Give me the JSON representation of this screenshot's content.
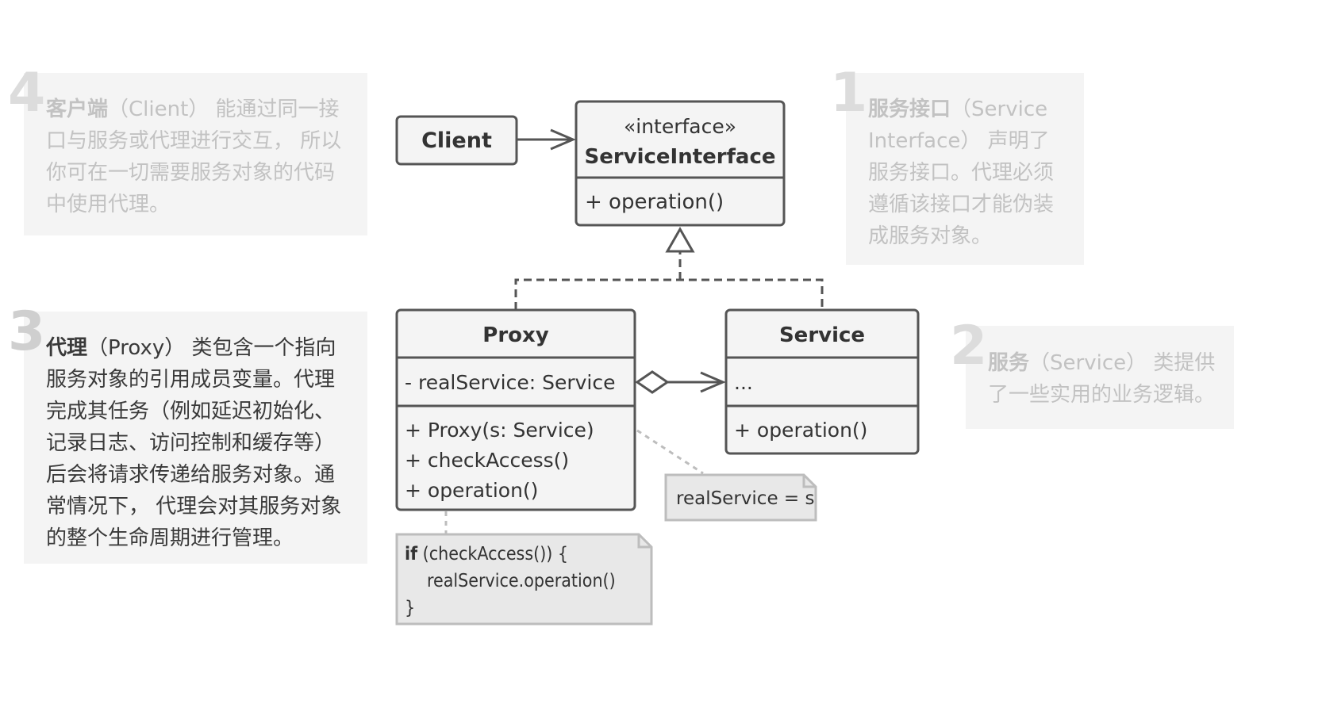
{
  "notes": [
    {
      "number": "4",
      "title": "客户端",
      "body": "（Client） 能通过同一接口与服务或代理进行交互， 所以你可在一切需要服务对象的代码中使用代理。"
    },
    {
      "number": "1",
      "title": "服务接口",
      "body": "（Service Interface） 声明了服务接口。代理必须遵循该接口才能伪装成服务对象。"
    },
    {
      "number": "3",
      "title": "代理",
      "body": "（Proxy） 类包含一个指向服务对象的引用成员变量。代理完成其任务（例如延迟初始化、记录日志、访问控制和缓存等） 后会将请求传递给服务对象。通常情况下， 代理会对其服务对象的整个生命周期进行管理。"
    },
    {
      "number": "2",
      "title": "服务",
      "body": "（Service） 类提供了一些实用的业务逻辑。"
    }
  ],
  "classes": {
    "client": {
      "name": "Client"
    },
    "service_interface": {
      "stereotype": "«interface»",
      "name": "ServiceInterface",
      "methods": [
        "+ operation()"
      ]
    },
    "proxy": {
      "name": "Proxy",
      "fields": [
        "- realService: Service"
      ],
      "methods": [
        "+ Proxy(s: Service)",
        "+ checkAccess()",
        "+ operation()"
      ]
    },
    "service": {
      "name": "Service",
      "fields": [
        "..."
      ],
      "methods": [
        "+ operation()"
      ]
    }
  },
  "comments": {
    "constructor": "realService = s",
    "operation": {
      "keyword": "if",
      "line1_rest": " (checkAccess()) {",
      "line2": "realService.operation()",
      "line3": "}"
    }
  },
  "colors": {
    "stroke": "#555555",
    "class_fill": "#f4f4f4",
    "comment_fill": "#e8e8e8",
    "note_fill": "#f4f4f4",
    "inactive_text": "#c2c2c2",
    "active_text": "#3a3a3a"
  }
}
